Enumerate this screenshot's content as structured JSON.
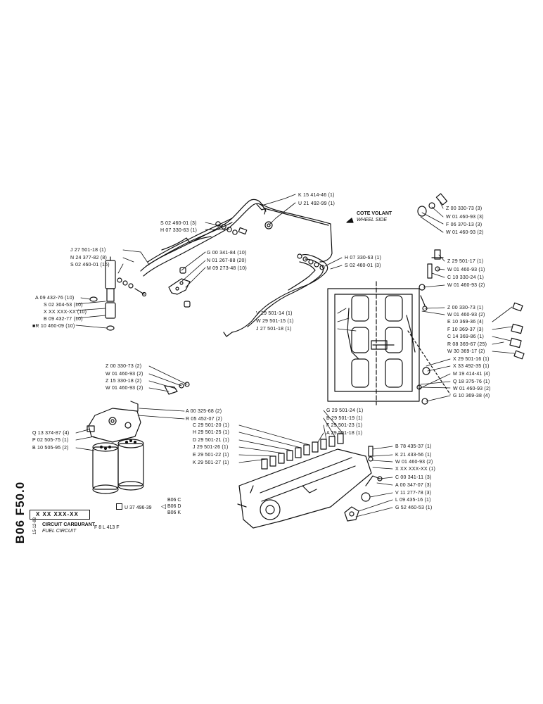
{
  "sheet": {
    "code": "B06 F50.0",
    "date": "15-12-83",
    "ref_box": "X XX XXX-XX",
    "title_fr": "CIRCUIT CARBURANT",
    "title_en": "FUEL CIRCUIT",
    "engine": "F 8 L 413 F",
    "note_ref": "U 37 496-39",
    "variants": [
      "B06 C",
      "B06 D",
      "B06 K"
    ]
  },
  "orientation": {
    "label_fr": "COTE VOLANT",
    "label_en": "WHEEL SIDE"
  },
  "parts": {
    "k15414": "K 15 414-46 (1)",
    "u21492": "U 21 492-99 (1)",
    "s02460_3a": "S 02 460-01 (3)",
    "h07330_1a": "H 07 330-63 (1)",
    "j27501_1a": "J 27 501-18 (1)",
    "n24377": "N 24 377-82 (8)",
    "s02460_16": "S 02 460-01 (16)",
    "a09432": "A 09 432-76 (10)",
    "s02304": "S 02 304-53 (10)",
    "xx10": "X XX XXX-XX (10)",
    "b09432": "B 09 432-77 (10)",
    "r10460": "■R 10 460-09 (10)",
    "g00341": "G 00 341-84 (10)",
    "n01267": "N 01 267-88 (20)",
    "m09273": "M 09 273-48 (10)",
    "h07330_1b": "H 07 330-63 (1)",
    "s02460_3b": "S 02 460-01 (3)",
    "v29501_14": "V 29 501-14 (1)",
    "w29501_15": "W 29 501-15 (1)",
    "j27501_1b": "J 27 501-18 (1)",
    "z00330_3": "Z 00 330-73 (3)",
    "w01460_3": "W 01 460-93 (3)",
    "f06370": "F 06 370-13 (3)",
    "w01460_2a": "W 01 460-93 (2)",
    "z29501_17": "Z 29 501-17 (1)",
    "w01460_1": "W 01 460-93 (1)",
    "c10330": "C 10 330-24 (1)",
    "w01460_2b": "W 01 460-93 (2)",
    "z00330_1": "Z 00 330-73 (1)",
    "w01460_2c": "W 01 460-93 (2)",
    "e10369": "E 10 369-36 (4)",
    "f10369": "F 10 369-37 (3)",
    "c14369": "C 14 369-86 (1)",
    "r08369": "R 08 369-67 (25)",
    "w30369": "W 30 369-17 (2)",
    "x29501_16": "X 29 501-16 (1)",
    "x33492": "X 33 492-35 (1)",
    "m19414": "M 19 414-41 (4)",
    "q18375": "Q 18 375-76 (1)",
    "w01460_2d": "W 01 460-93 (2)",
    "g10369": "G 10 369-38 (4)",
    "z00330_2": "Z 00 330-73 (2)",
    "w01460_2e": "W 01 460-93 (2)",
    "z15330": "Z 15 330-18 (2)",
    "w01460_2f": "W 01 460-93 (2)",
    "a00325": "A 00 325-68 (2)",
    "r05452": "R 05 452-07 (2)",
    "q13374": "Q 13 374-87 (4)",
    "p02505": "P 02 505-75 (1)",
    "b10505": "B 10 505-95 (2)",
    "g29501_24": "G 29 501-24 (1)",
    "b29501_19": "B 29 501-19 (1)",
    "f29501_23": "F 29 501-23 (1)",
    "a29501_18": "A 29 501-18 (1)",
    "c29501_20": "C 29 501-20 (1)",
    "h29501_25": "H 29 501-25 (1)",
    "d29501_21": "D 29 501-21 (1)",
    "j29501_26": "J 29 501-26 (1)",
    "e29501_22": "E 29 501-22 (1)",
    "k29501_27": "K 29 501-27 (1)",
    "b78435": "B 78 435-37 (1)",
    "k21433": "K 21 433-56 (1)",
    "w01460_2g": "W 01 460-93 (2)",
    "xx1": "X XX XXX-XX (1)",
    "c00341": "C 00 341-11 (3)",
    "a00347": "A 00 347-07 (3)",
    "v11277": "V 11 277-78 (3)",
    "l09435": "L 09 435-16 (1)",
    "g52460": "G 52 460-53 (1)"
  },
  "colors": {
    "ink": "#111111",
    "paper": "#ffffff"
  }
}
